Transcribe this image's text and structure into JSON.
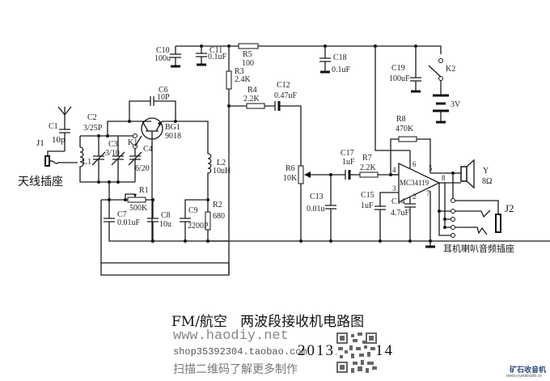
{
  "diagram": {
    "title": "FM/航空   两波段接收机电路图",
    "website": "www.haodiy.net",
    "shop": "shop35392304.taobao.com",
    "date": "2013. 10. 14",
    "scan_text": "扫描二维码了解更多制作",
    "watermark": {
      "name": "矿石收音机",
      "url": "www.crystalradio.cn"
    },
    "labels": {
      "antenna_socket": "天线插座",
      "audio_socket": "耳机喇叭音频插座"
    },
    "components": {
      "C1": {
        "ref": "C1",
        "value": "10p"
      },
      "J1": {
        "ref": "J1"
      },
      "C2": {
        "ref": "C2",
        "value": "3/25P"
      },
      "L1": {
        "ref": "L1"
      },
      "C3": {
        "ref": "C3",
        "value": "3/10"
      },
      "K1": {
        "ref": "K1"
      },
      "C4": {
        "ref": "C4",
        "value": "6/20"
      },
      "C6": {
        "ref": "C6",
        "value": "10P"
      },
      "BG1": {
        "ref": "BG1",
        "value": "9018"
      },
      "L2": {
        "ref": "L2",
        "value": "10uH"
      },
      "R1": {
        "ref": "R1",
        "value": "500K"
      },
      "C7": {
        "ref": "C7",
        "value": "0.01uF"
      },
      "C8": {
        "ref": "C8",
        "value": "10u"
      },
      "C9": {
        "ref": "C9",
        "value": "2200P"
      },
      "R2": {
        "ref": "R2",
        "value": "680"
      },
      "C10": {
        "ref": "C10",
        "value": "100u"
      },
      "C11": {
        "ref": "C11",
        "value": "0.1uF"
      },
      "R5": {
        "ref": "R5",
        "value": "100"
      },
      "R3": {
        "ref": "R3",
        "value": "2.4K"
      },
      "R4": {
        "ref": "R4",
        "value": "2.2K"
      },
      "C12": {
        "ref": "C12",
        "value": "0.47uF"
      },
      "R6": {
        "ref": "R6",
        "value": "10K"
      },
      "C13": {
        "ref": "C13",
        "value": "0.01u"
      },
      "C18": {
        "ref": "C18",
        "value": "0.1uF"
      },
      "C19": {
        "ref": "C19",
        "value": "100uF"
      },
      "K2": {
        "ref": "K2"
      },
      "BAT": {
        "value": "3V"
      },
      "R8": {
        "ref": "R8",
        "value": "470K"
      },
      "C17": {
        "ref": "C17",
        "value": "1uF"
      },
      "R7": {
        "ref": "R7",
        "value": "2.2K"
      },
      "IC": {
        "ref": "MC34119",
        "pins": [
          "4",
          "6",
          "5",
          "8",
          "3",
          "2",
          "7"
        ]
      },
      "C15": {
        "ref": "C15",
        "value": "1uF"
      },
      "C14": {
        "ref": "C14",
        "value": "4.7uF"
      },
      "Y": {
        "ref": "Y",
        "value": "8Ω"
      },
      "J2": {
        "ref": "J2"
      }
    }
  }
}
